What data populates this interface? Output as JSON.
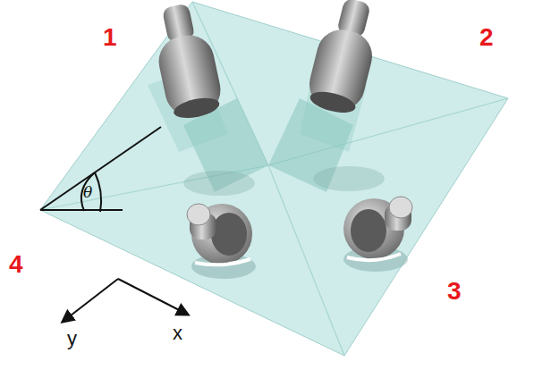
{
  "diagram": {
    "labels": [
      "1",
      "2",
      "4",
      "3",
      "θ",
      "y",
      "x"
    ]
  }
}
